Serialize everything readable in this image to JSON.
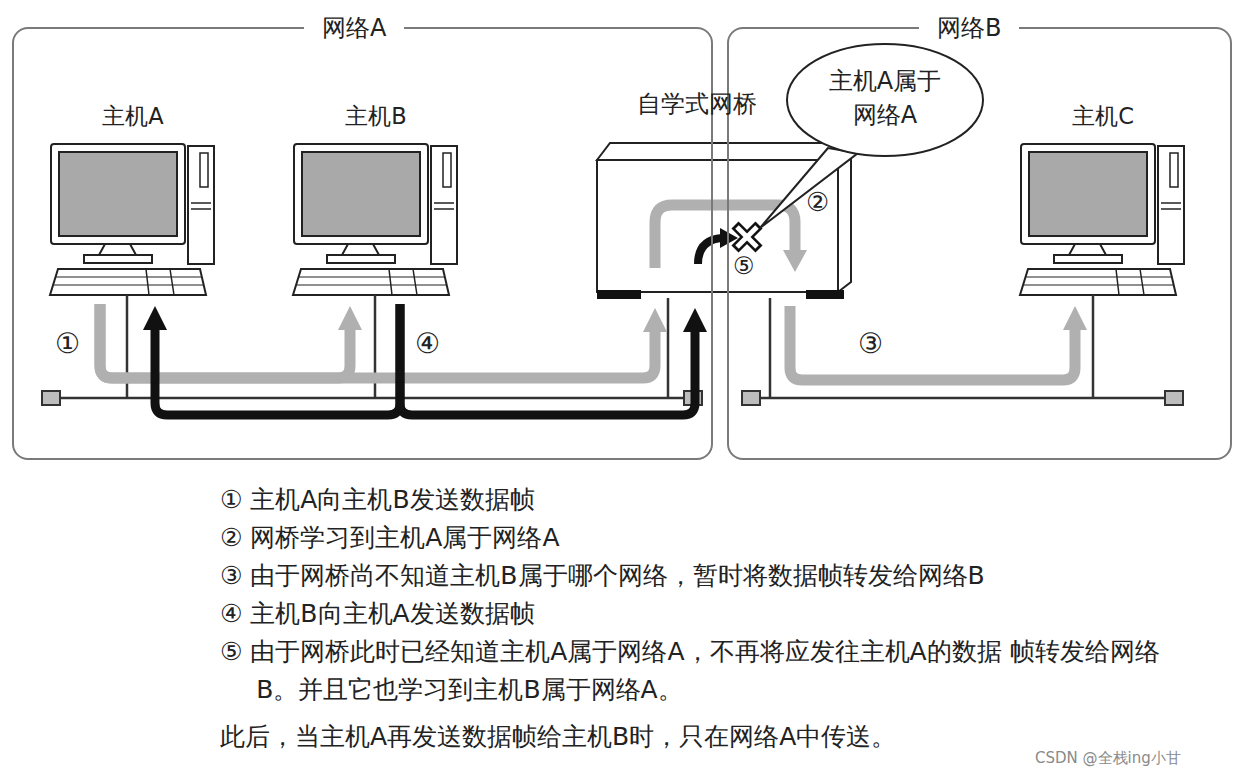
{
  "diagram": {
    "nodes": [
      {
        "text": [
          "网络A"
        ]
      },
      {
        "text": [
          "主机A"
        ],
        "in": 0
      },
      {
        "text": [
          "主机B"
        ],
        "in": 0
      },
      {
        "text": [
          "网络B"
        ]
      },
      {
        "text": [
          "主机C"
        ],
        "in": 3
      },
      {
        "text": [
          "自学式网桥"
        ]
      },
      {
        "text": [
          "主机A属于 网络A"
        ]
      }
    ],
    "edges": [
      {
        "from": 1,
        "to": 2,
        "arrow": "to"
      },
      {
        "from": 1,
        "to": 5,
        "arrow": "to"
      },
      {
        "from": 5,
        "to": 4,
        "arrow": "to"
      },
      {
        "from": 2,
        "to": 1,
        "arrow": "to"
      },
      {
        "from": 2,
        "to": 5,
        "arrow": "to"
      }
    ],
    "labels": [
      "①",
      "②",
      "③",
      "④",
      "⑤",
      "① 主机A向主机B发送数据帧",
      "② 网桥学习到主机A属于网络A",
      "③ 由于网桥尚不知道主机B属于哪个网络，暂时将数据帧转发给网络B",
      "④ 主机B向主机A发送数据帧",
      "⑤ 由于网桥此时已经知道主机A属于网络A，不再将应发往主机A的数据 帧转发给网络B。并且它也学习到主机B属于网络A。",
      "此后，当主机A再发送数据帧给主机B时，只在网络A中传送。",
      "CSDN @全栈ing小甘"
    ]
  }
}
